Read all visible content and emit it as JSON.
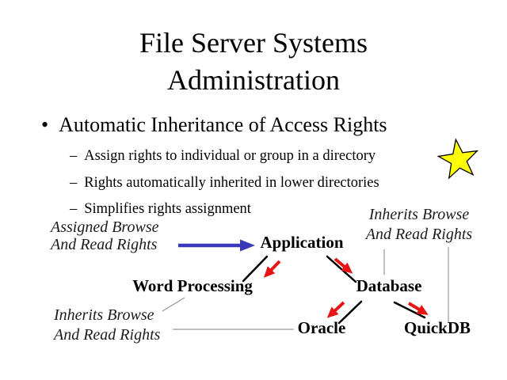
{
  "slide": {
    "title": [
      "File Server Systems",
      "Administration"
    ],
    "bullet_marker": "•",
    "dash_marker": "–",
    "bullet": "Automatic Inheritance of Access Rights",
    "sub_bullets": [
      "Assign rights to individual or group in a directory",
      "Rights automatically inherited in lower directories",
      "Simplifies rights assignment"
    ]
  },
  "diagram": {
    "labels": {
      "assigned": [
        "Assigned Browse",
        "And Read Rights"
      ],
      "inherits_top": [
        "Inherits Browse",
        "And Read Rights"
      ],
      "inherits_bottom": [
        "Inherits Browse",
        "And Read Rights"
      ]
    },
    "nodes": {
      "application": "Application",
      "word_processing": "Word Processing",
      "database": "Database",
      "oracle": "Oracle",
      "quickdb": "QuickDB"
    }
  },
  "icons": {
    "star": "yellow five-point star"
  },
  "colors": {
    "assign_arrow_blue": "#3a3ab8",
    "inherit_arrow_red": "#e81414",
    "star_yellow": "#ffff00",
    "connector_gray": "#999999",
    "text_black": "#000000",
    "background": "#ffffff"
  }
}
